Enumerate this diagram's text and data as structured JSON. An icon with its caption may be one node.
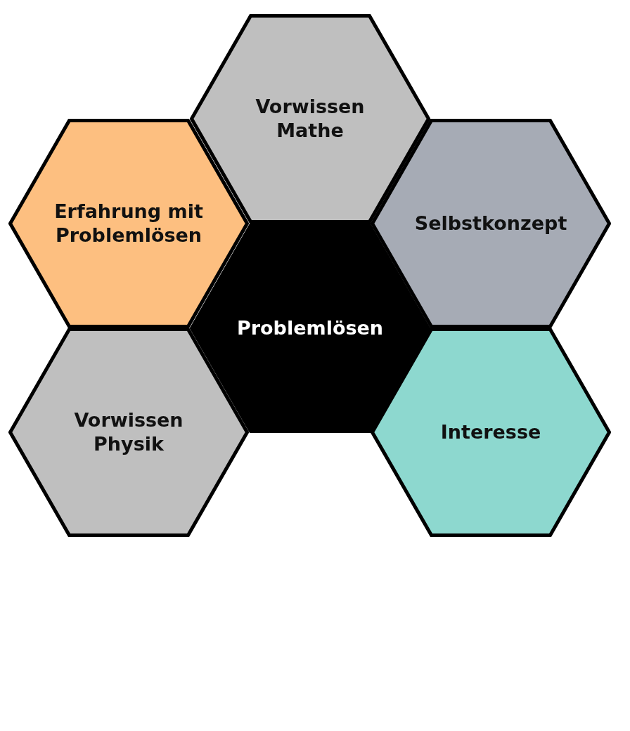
{
  "diagram": {
    "nodes": [
      {
        "text": [
          "Vorwissen Mathe"
        ]
      },
      {
        "text": [
          "Erfahrung mit Problemlösen"
        ]
      },
      {
        "text": [
          "Selbstkonzept"
        ]
      },
      {
        "text": [
          "Problemlösen"
        ]
      },
      {
        "text": [
          "Vorwissen Physik"
        ]
      },
      {
        "text": [
          "Interesse"
        ]
      }
    ]
  }
}
